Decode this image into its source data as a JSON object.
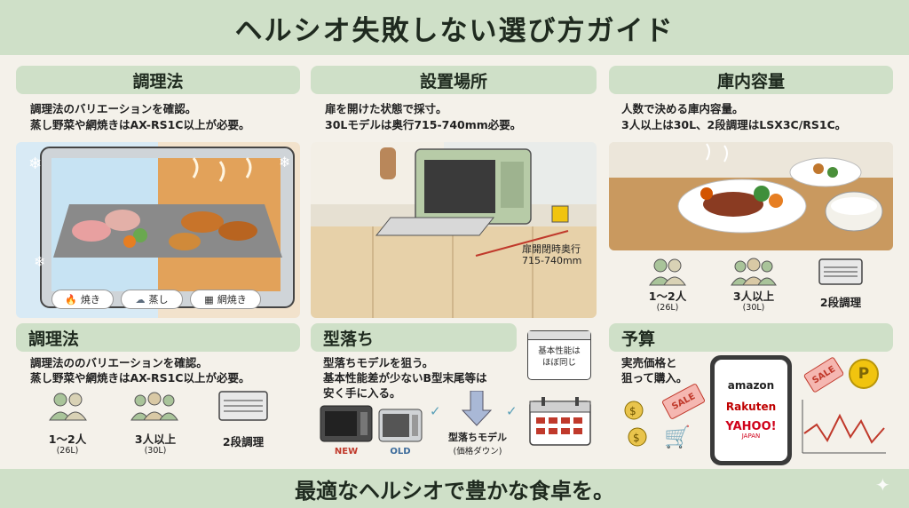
{
  "header": {
    "title": "ヘルシオ失敗しない選び方ガイド"
  },
  "footer": {
    "text": "最適なヘルシオで豊かな食卓を。"
  },
  "panel1": {
    "title": "調理法",
    "line1": "調理法のバリエーションを確認。",
    "line2": "蒸し野菜や網焼きはAX-RS1C以上が必要。",
    "badges": [
      "焼き",
      "蒸し",
      "網焼き"
    ]
  },
  "panel2": {
    "title": "設置場所",
    "line1": "扉を開けた状態で採寸。",
    "line2": "30Lモデルは奥行715-740mm必要。",
    "measure1": "扉開閉時奥行",
    "measure2": "715-740mm"
  },
  "panel3": {
    "title": "庫内容量",
    "line1": "人数で決める庫内容量。",
    "line2": "3人以上は30L、2段調理はLSX3C/RS1C。",
    "items": [
      {
        "label": "1〜2人",
        "sub": "(26L)"
      },
      {
        "label": "3人以上",
        "sub": "(30L)"
      },
      {
        "label": "2段調理",
        "sub": ""
      }
    ]
  },
  "panel4": {
    "title": "調理法",
    "line1": "調理法ののバリエーションを確認。",
    "line2": "蒸し野菜や網焼きはAX-RS1C以上が必要。",
    "items": [
      {
        "label": "1〜2人",
        "sub": "(26L)"
      },
      {
        "label": "3人以上",
        "sub": "(30L)"
      },
      {
        "label": "2段調理",
        "sub": ""
      }
    ]
  },
  "panel5": {
    "title": "型落ち",
    "line1": "型落ちモデルを狙う。",
    "line2": "基本性能差が少ないB型末尾等は",
    "line3": "安く手に入る。",
    "note1": "基本性能は",
    "note2": "ほぼ同じ",
    "new_label": "NEW",
    "old_label": "OLD",
    "model1": "型落ちモデル",
    "model2": "(価格ダウン)"
  },
  "panel6": {
    "title": "予算",
    "line1": "実売価格と",
    "line2": "狙って購入。",
    "shops": [
      "amazon",
      "Rakuten",
      "YAHOO!"
    ],
    "shop_sub": "JAPAN",
    "sale": "SALE"
  },
  "colors": {
    "accent": "#cfe0c8",
    "bg": "#f4f1ea",
    "new": "#c0392b",
    "old": "#3b6a9a"
  }
}
